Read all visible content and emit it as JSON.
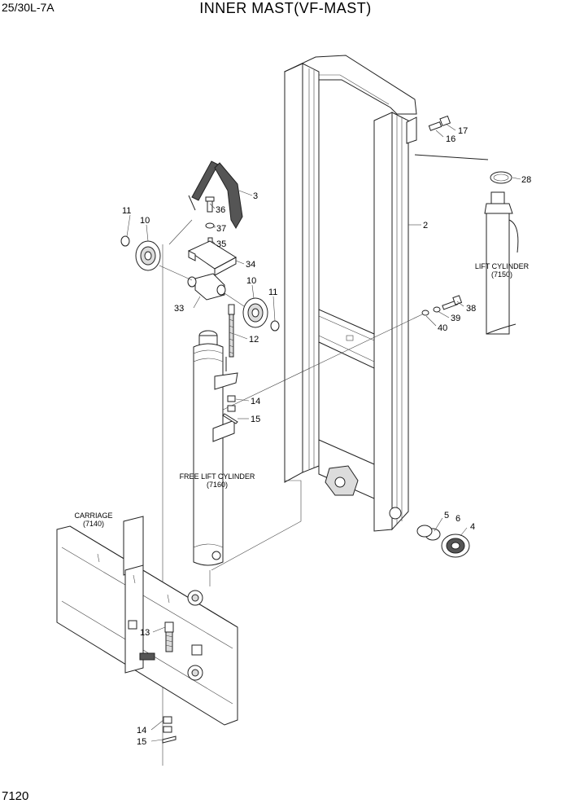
{
  "header": {
    "model": "25/30L-7A",
    "title": "INNER MAST(VF-MAST)",
    "page_number": "7120"
  },
  "callouts": {
    "c2": "2",
    "c3": "3",
    "c4": "4",
    "c5": "5",
    "c6": "6",
    "c10a": "10",
    "c10b": "10",
    "c11a": "11",
    "c11b": "11",
    "c12": "12",
    "c13": "13",
    "c14a": "14",
    "c14b": "14",
    "c15a": "15",
    "c15b": "15",
    "c16": "16",
    "c17": "17",
    "c28": "28",
    "c33": "33",
    "c34": "34",
    "c35": "35",
    "c36": "36",
    "c37": "37",
    "c38": "38",
    "c39": "39",
    "c40": "40"
  },
  "part_labels": {
    "lift_cylinder": "LIFT CYLINDER",
    "lift_cylinder_ref": "(7150)",
    "free_lift_cylinder": "FREE LIFT CYLINDER",
    "free_lift_cylinder_ref": "(7160)",
    "carriage": "CARRIAGE",
    "carriage_ref": "(7140)"
  }
}
